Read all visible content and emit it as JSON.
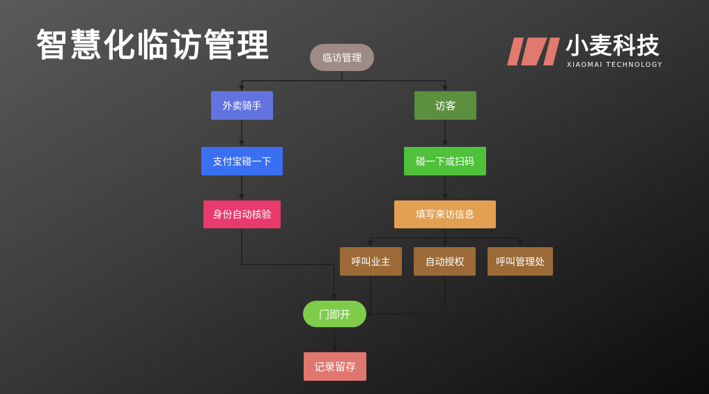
{
  "header": {
    "title": "智慧化临访管理"
  },
  "logo": {
    "brand_cn": "小麦科技",
    "brand_en": "XIAOMAI TECHNOLOGY",
    "mark_color": "#e07a6e"
  },
  "flowchart": {
    "root": {
      "label": "临访管理",
      "color": "#9e8b87"
    },
    "rider_branch": {
      "start": {
        "label": "外卖骑手",
        "color": "#6374e0"
      },
      "alipay_tap": {
        "label": "支付宝碰一下",
        "color": "#3a6ff2"
      },
      "identity_verify": {
        "label": "身份自动核验",
        "color": "#e83a6c"
      }
    },
    "visitor_branch": {
      "start": {
        "label": "访客",
        "color": "#5c8f3e"
      },
      "tap_or_scan": {
        "label": "碰一下或扫码",
        "color": "#4fc13a"
      },
      "fill_info": {
        "label": "填写来访信息",
        "color": "#e4a052"
      },
      "call_owner": {
        "label": "呼叫业主",
        "color": "#9b6a37"
      },
      "auto_authorize": {
        "label": "自动授权",
        "color": "#9b6a37"
      },
      "call_management": {
        "label": "呼叫管理处",
        "color": "#9b6a37"
      }
    },
    "door_open": {
      "label": "门即开",
      "color": "#7fcb4a"
    },
    "record": {
      "label": "记录留存",
      "color": "#e07670"
    },
    "line_color": "#1e1e1e"
  }
}
